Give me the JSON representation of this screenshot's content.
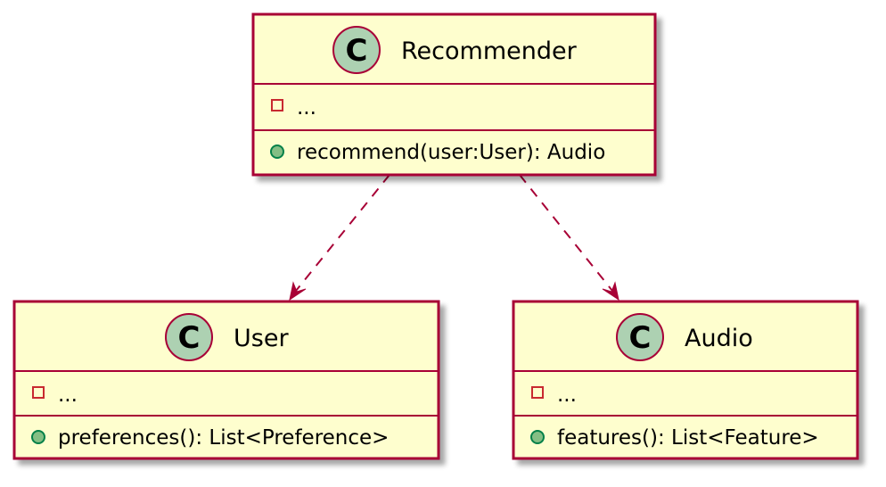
{
  "diagram": {
    "type": "uml-class-diagram",
    "colors": {
      "class_fill": "#FEFECE",
      "class_border": "#A80036",
      "badge_fill": "#ADD1B2",
      "private_marker_border": "#C82930",
      "public_marker_fill": "#84BE84",
      "public_marker_border": "#038048",
      "arrow": "#A80036",
      "shadow": "#C8C8C8"
    },
    "classes": [
      {
        "id": "recommender",
        "stereotype_letter": "C",
        "name": "Recommender",
        "fields": [
          {
            "visibility": "private",
            "text": "..."
          }
        ],
        "methods": [
          {
            "visibility": "public",
            "text": "recommend(user:User): Audio"
          }
        ]
      },
      {
        "id": "user",
        "stereotype_letter": "C",
        "name": "User",
        "fields": [
          {
            "visibility": "private",
            "text": "..."
          }
        ],
        "methods": [
          {
            "visibility": "public",
            "text": "preferences(): List<Preference>"
          }
        ]
      },
      {
        "id": "audio",
        "stereotype_letter": "C",
        "name": "Audio",
        "fields": [
          {
            "visibility": "private",
            "text": "..."
          }
        ],
        "methods": [
          {
            "visibility": "public",
            "text": "features(): List<Feature>"
          }
        ]
      }
    ],
    "relations": [
      {
        "from": "Recommender",
        "to": "User",
        "type": "dependency",
        "style": "dashed"
      },
      {
        "from": "Recommender",
        "to": "Audio",
        "type": "dependency",
        "style": "dashed"
      }
    ]
  }
}
